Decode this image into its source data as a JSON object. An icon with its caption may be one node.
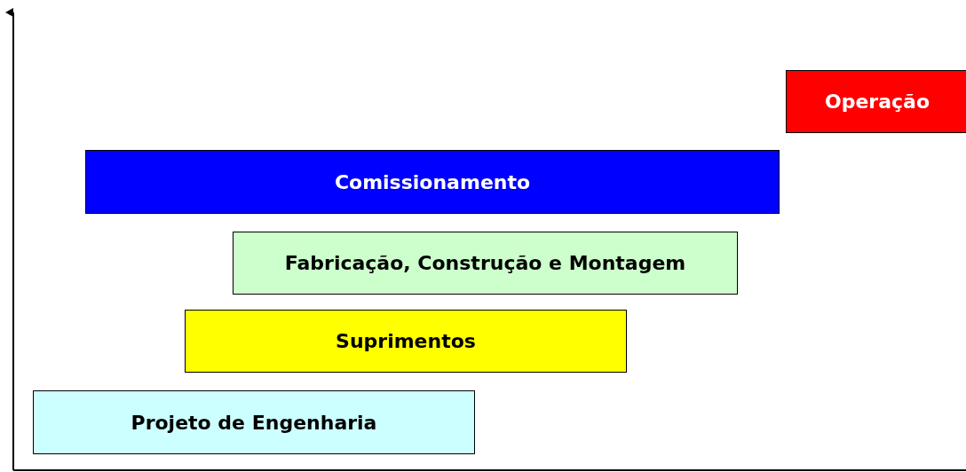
{
  "diagram": {
    "nodes": [
      {
        "text": [
          "Operação"
        ]
      },
      {
        "text": [
          "Comissionamento"
        ]
      },
      {
        "text": [
          "Fabricação, Construção e Montagem"
        ]
      },
      {
        "text": [
          "Suprimentos"
        ]
      },
      {
        "text": [
          "Projeto de Engenharia"
        ]
      }
    ]
  }
}
